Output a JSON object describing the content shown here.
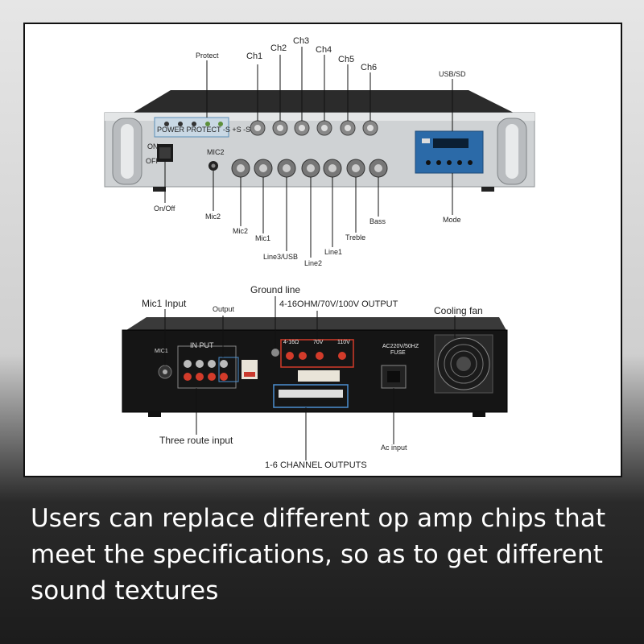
{
  "front_panel": {
    "labels": {
      "protect": "Protect",
      "ch1": "Ch1",
      "ch2": "Ch2",
      "ch3": "Ch3",
      "ch4": "Ch4",
      "ch5": "Ch5",
      "ch6": "Ch6",
      "usb_sd": "USB/SD",
      "on_off": "On/Off",
      "mic2_jack": "Mic2",
      "mic2": "Mic2",
      "mic1": "Mic1",
      "line3_usb": "Line3/USB",
      "line2": "Line2",
      "line1": "Line1",
      "treble": "Treble",
      "bass": "Bass",
      "mode": "Mode"
    },
    "panel_text": {
      "power_protect": "POWER PROTECT -S  +S  -S",
      "on": "ON",
      "off": "OFF",
      "mic2": "MIC2"
    }
  },
  "rear_panel": {
    "labels": {
      "mic1_input": "Mic1 Input",
      "output": "Output",
      "ground_line": "Ground line",
      "speaker_output": "4-16OHM/70V/100V OUTPUT",
      "cooling_fan": "Cooling fan",
      "three_route_input": "Three route input",
      "channel_outputs": "1-6 CHANNEL OUTPUTS",
      "ac_input": "Ac input"
    },
    "panel_text": {
      "input": "IN PUT",
      "mic1": "MIC1",
      "ohm": "4-16Ω",
      "v70": "70V",
      "v110": "110V",
      "ac": "AC220V/50HZ",
      "fuse": "FUSE"
    }
  },
  "caption": "Users can replace different op amp chips that meet the specifications, so as to get different sound textures"
}
